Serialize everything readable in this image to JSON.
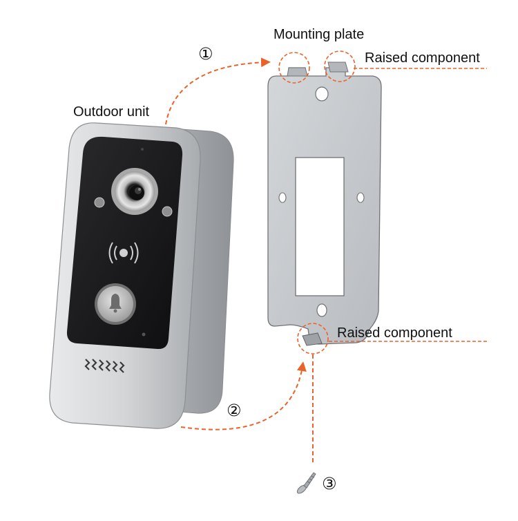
{
  "labels": {
    "outdoor_unit": "Outdoor unit",
    "mounting_plate": "Mounting plate",
    "raised_top": "Raised component",
    "raised_bottom": "Raised component"
  },
  "steps": {
    "one": "①",
    "two": "②",
    "three": "③"
  },
  "colors": {
    "accent": "#e8632a",
    "plate": "#c9cccf",
    "device_body": "#d4d6d8",
    "device_face": "#1c1c1e"
  },
  "icons": {
    "nfc": "nfc-icon",
    "bell": "bell-icon",
    "screw": "screw-icon"
  }
}
